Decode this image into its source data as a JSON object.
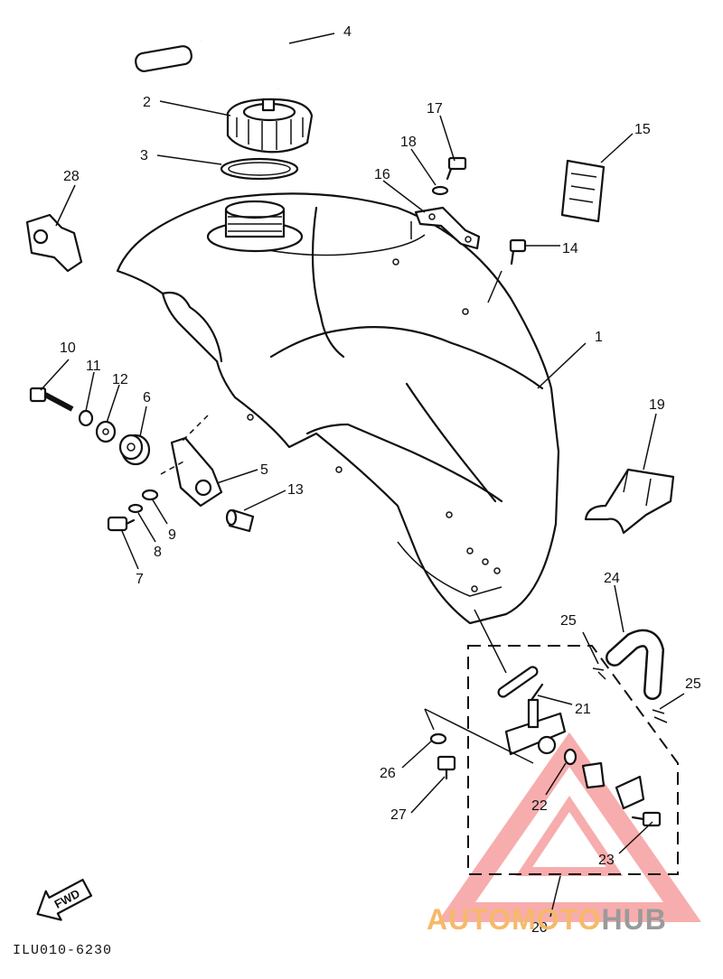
{
  "callouts": [
    {
      "id": "1",
      "label": "1"
    },
    {
      "id": "2",
      "label": "2"
    },
    {
      "id": "3",
      "label": "3"
    },
    {
      "id": "4",
      "label": "4"
    },
    {
      "id": "5",
      "label": "5"
    },
    {
      "id": "6",
      "label": "6"
    },
    {
      "id": "7",
      "label": "7"
    },
    {
      "id": "8",
      "label": "8"
    },
    {
      "id": "9",
      "label": "9"
    },
    {
      "id": "10",
      "label": "10"
    },
    {
      "id": "11",
      "label": "11"
    },
    {
      "id": "12",
      "label": "12"
    },
    {
      "id": "13",
      "label": "13"
    },
    {
      "id": "14",
      "label": "14"
    },
    {
      "id": "15",
      "label": "15"
    },
    {
      "id": "16",
      "label": "16"
    },
    {
      "id": "17",
      "label": "17"
    },
    {
      "id": "18",
      "label": "18"
    },
    {
      "id": "19",
      "label": "19"
    },
    {
      "id": "20",
      "label": "20"
    },
    {
      "id": "21",
      "label": "21"
    },
    {
      "id": "22",
      "label": "22"
    },
    {
      "id": "23",
      "label": "23"
    },
    {
      "id": "24",
      "label": "24"
    },
    {
      "id": "25a",
      "label": "25"
    },
    {
      "id": "25b",
      "label": "25"
    },
    {
      "id": "26",
      "label": "26"
    },
    {
      "id": "27",
      "label": "27"
    },
    {
      "id": "28",
      "label": "28"
    }
  ],
  "direction_label": "FWD",
  "diagram_code": "ILU010-6230",
  "watermark": {
    "text_part1": "AUTOMOTO",
    "text_part2": "HUB",
    "color_triangle": "#f26b6b",
    "color_part1": "#f6b96a",
    "color_part2": "#9a9a9a"
  }
}
